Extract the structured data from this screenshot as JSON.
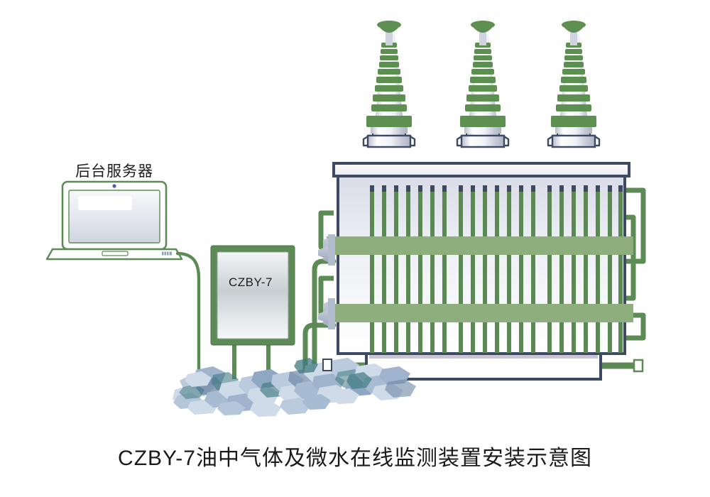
{
  "diagram": {
    "caption": "CZBY-7油中气体及微水在线监测装置安装示意图",
    "server": {
      "label": "后台服务器",
      "icon": "laptop-icon"
    },
    "device": {
      "label": "CZBY-7",
      "icon": "monitor-cabinet-icon"
    },
    "transformer": {
      "icon": "power-transformer-icon",
      "bushing_count": 3,
      "bushing_shed_count": 9,
      "fin_groups": 3,
      "fins_per_group": 7,
      "band_count": 2
    },
    "ground": {
      "icon": "gravel-rocks-icon"
    },
    "colors": {
      "pipe_green": "#5d8b55",
      "band_green": "#8fae7e",
      "fin_green": "#5a8a52",
      "outline_navy": "#3e4a63",
      "metal_light": "#f2f3f7",
      "metal_mid": "#c9ccd9",
      "rock_pale": "#cfdbe8",
      "rock_blue": "#9fb4cc",
      "rock_teal": "#3f7a82",
      "rock_slate": "#6d87a6",
      "text": "#1a1a1a",
      "background": "#ffffff"
    }
  }
}
